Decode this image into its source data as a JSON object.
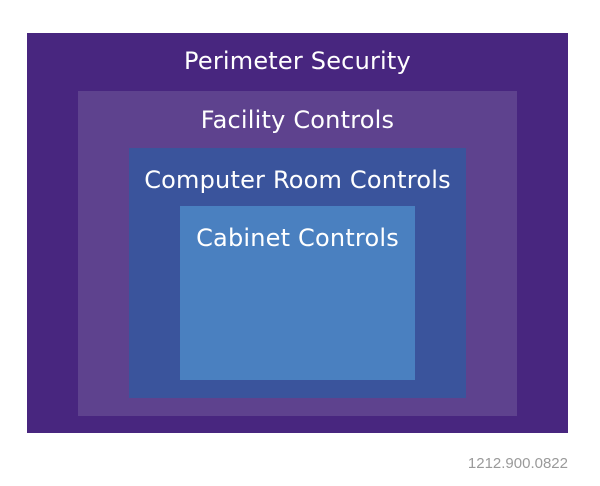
{
  "layers": [
    {
      "label": "Perimeter Security",
      "color": "#48267f"
    },
    {
      "label": "Facility Controls",
      "color": "#5e428e"
    },
    {
      "label": "Computer Room Controls",
      "color": "#3a549c"
    },
    {
      "label": "Cabinet Controls",
      "color": "#4a80c0"
    }
  ],
  "footer": {
    "code": "1212.900.0822"
  }
}
